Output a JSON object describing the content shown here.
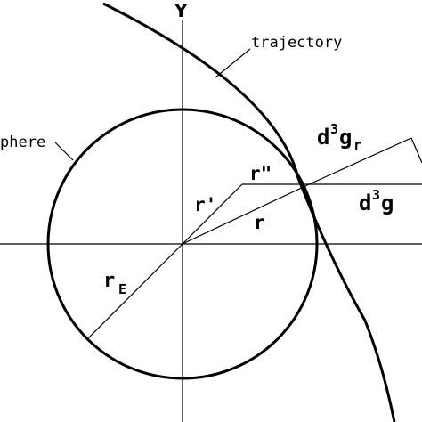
{
  "labels": {
    "y_axis": "Y",
    "trajectory": "trajectory",
    "sphere": "phere",
    "r_double_prime": "r\"",
    "r_prime": "r'",
    "r": "r",
    "r_e_main": "r",
    "r_e_sub": "E",
    "d3gr_main": "d",
    "d3gr_sup": "3",
    "d3gr_g": "g",
    "d3gr_sub": "r",
    "d3g_main": "d",
    "d3g_sup": "3",
    "d3g_g": "g"
  }
}
